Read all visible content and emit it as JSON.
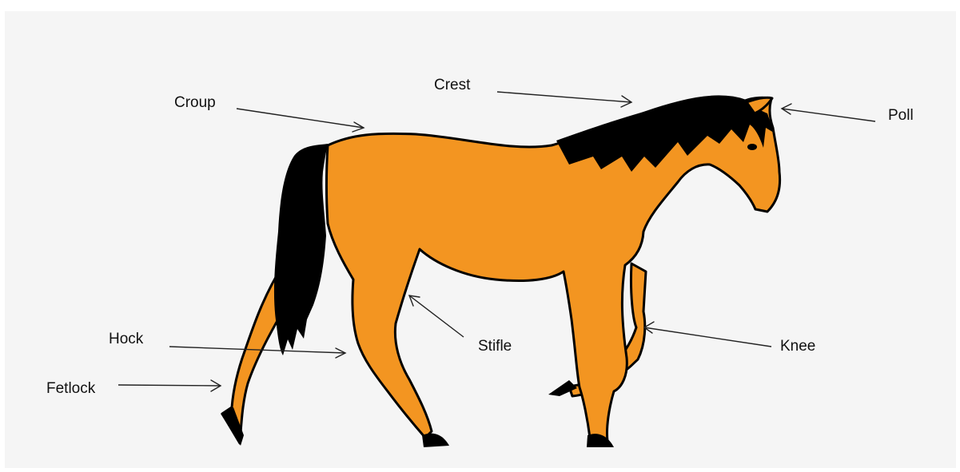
{
  "colors": {
    "background": "#f5f5f5",
    "body": "#f39521",
    "mane_tail_hooves": "#000000",
    "outline": "#000000"
  },
  "labels": {
    "crest": "Crest",
    "croup": "Croup",
    "poll": "Poll",
    "hock": "Hock",
    "stifle": "Stifle",
    "knee": "Knee",
    "fetlock": "Fetlock"
  }
}
